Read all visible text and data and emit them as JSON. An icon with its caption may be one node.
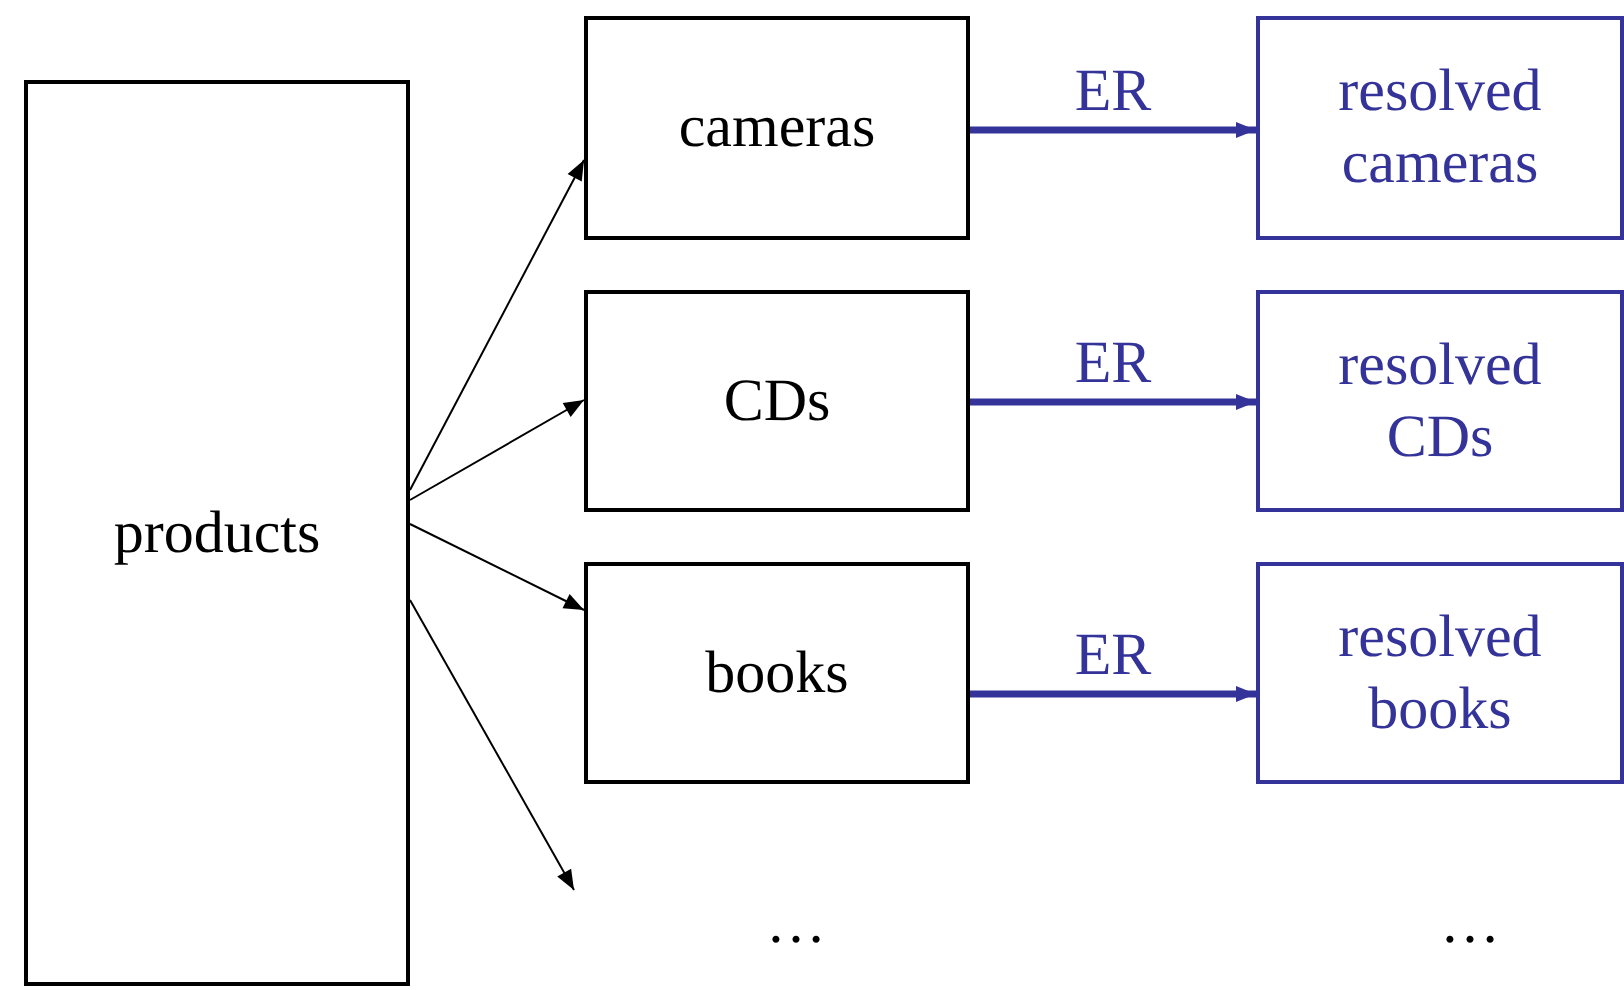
{
  "diagram": {
    "nodes": [
      {
        "text": [
          "products"
        ]
      },
      {
        "text": [
          "cameras"
        ]
      },
      {
        "text": [
          "CDs"
        ]
      },
      {
        "text": [
          "books"
        ]
      },
      {
        "text": [
          "resolved cameras"
        ]
      },
      {
        "text": [
          "resolved CDs"
        ]
      },
      {
        "text": [
          "resolved books"
        ]
      }
    ],
    "edges": [
      {
        "from": 0,
        "to": 1,
        "arrow": "to"
      },
      {
        "from": 0,
        "to": 2,
        "arrow": "to"
      },
      {
        "from": 0,
        "to": 3,
        "arrow": "to"
      },
      {
        "from": 0,
        "to": null,
        "arrow": "to"
      },
      {
        "from": 1,
        "to": 4,
        "arrow": "to",
        "label": "ER",
        "style": "thick",
        "color": "#333399"
      },
      {
        "from": 2,
        "to": 5,
        "arrow": "to",
        "label": "ER",
        "style": "thick",
        "color": "#333399"
      },
      {
        "from": 3,
        "to": 6,
        "arrow": "to",
        "label": "ER",
        "style": "thick",
        "color": "#333399"
      }
    ],
    "labels": [
      "…",
      "…"
    ]
  }
}
